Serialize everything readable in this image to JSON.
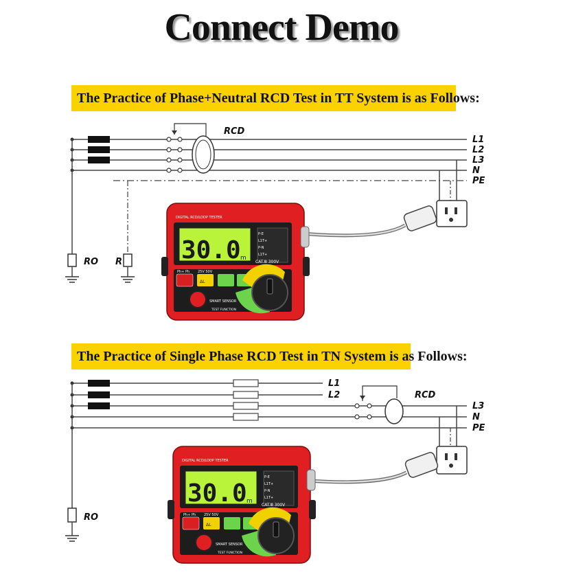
{
  "title": "Connect Demo",
  "section1": {
    "banner": "The Practice of Phase+Neutral RCD Test in TT System is as Follows:",
    "labels": {
      "rcd": "RCD",
      "l1": "L1",
      "l2": "L2",
      "l3": "L3",
      "n": "N",
      "pe": "PE",
      "ro": "RO",
      "r": "R"
    }
  },
  "section2": {
    "banner": "The Practice of Single Phase RCD Test in TN System is as Follows:",
    "labels": {
      "rcd": "RCD",
      "l1": "L1",
      "l2": "L2",
      "l3": "L3",
      "n": "N",
      "pe": "PE",
      "ro": "RO"
    }
  },
  "device": {
    "model_text": "DIGITAL RCD/LOOP TESTER",
    "display_value": "30.0",
    "display_unit": "m",
    "cat_rating": "CAT.Ⅲ 300V",
    "side_labels": [
      "P-E",
      "L1T+",
      "P-N",
      "L1T+"
    ],
    "buttons": [
      "Ph+ Ph",
      "25V 50V",
      "ΔL"
    ],
    "brand": "SMART SENSOR",
    "function_label": "TEST FUNCTION",
    "colors": {
      "body": "#e01f22",
      "frame": "#1d1d1d",
      "lcd": "#b9f43a",
      "yellow": "#f2d100",
      "green": "#6cd44a"
    }
  }
}
